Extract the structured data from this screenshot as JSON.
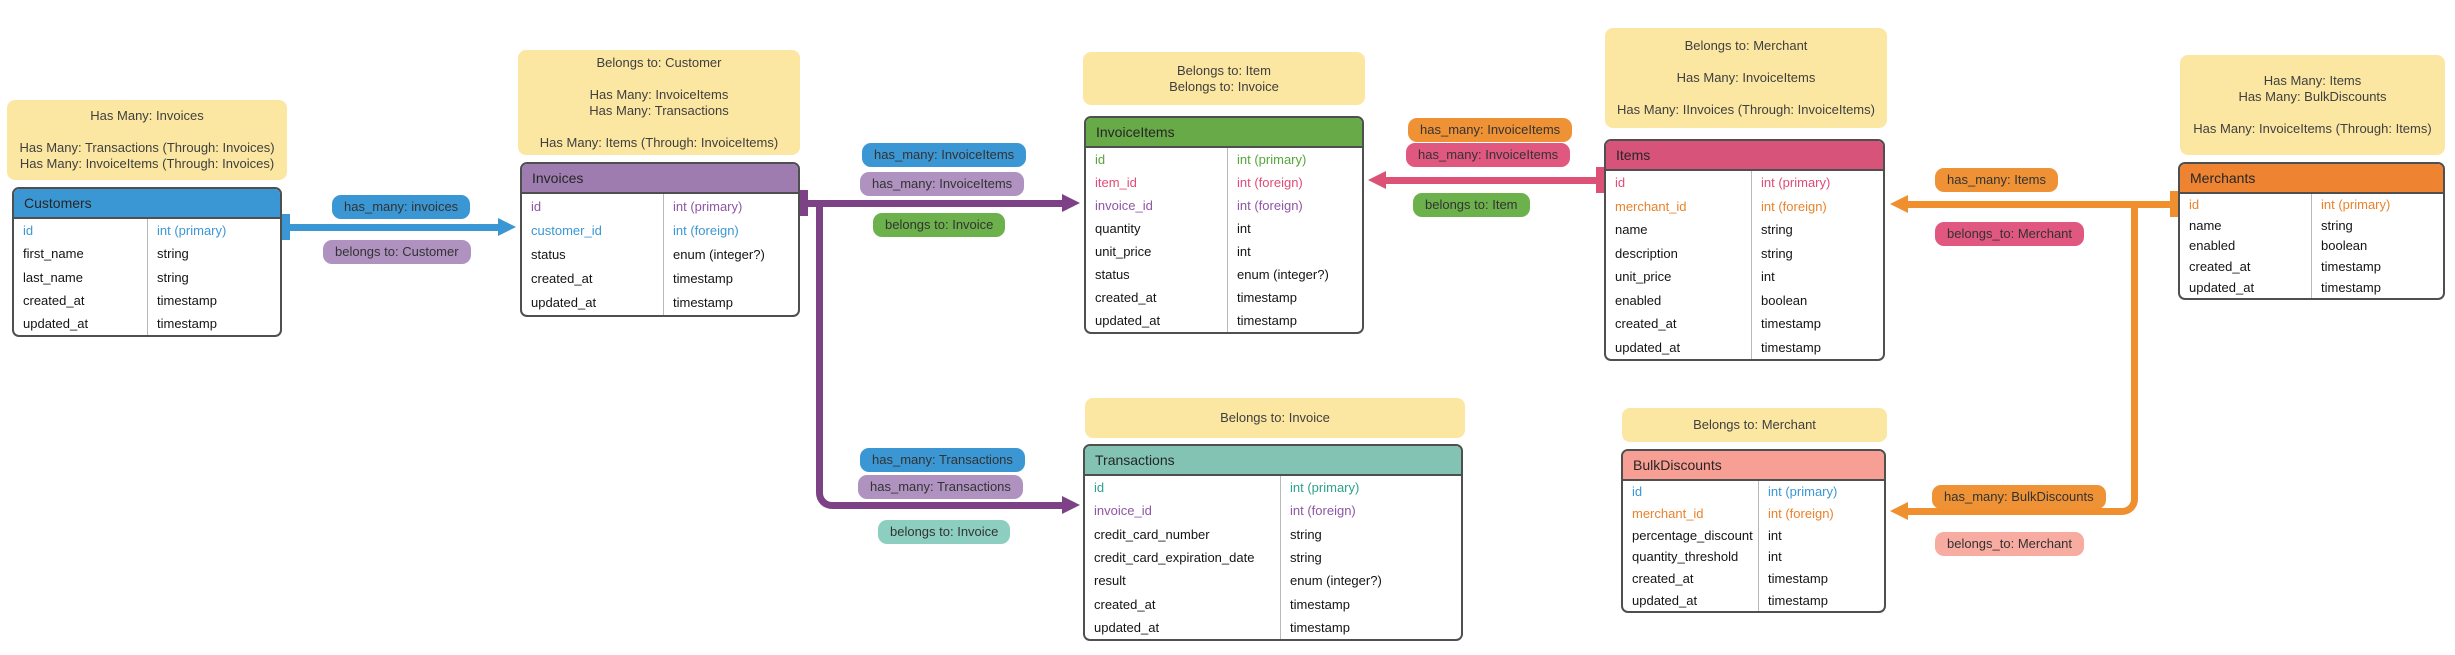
{
  "colors": {
    "note_yellow": "#fbe7a2",
    "customers_blue": "#3b97d3",
    "invoices_purple_header": "#9e7cb0",
    "purple_pill": "#b092c0",
    "purple_connector": "#7d4285",
    "invoiceitems_green_header": "#68a948",
    "green_pill": "#6cb14c",
    "items_pink_header": "#d75379",
    "pink_pill": "#e05780",
    "pink_connector": "#db5276",
    "merchants_orange_header": "#ee8432",
    "orange_pill": "#ef9235",
    "orange_connector": "#ef8f2e",
    "transactions_teal_header": "#82c3b4",
    "teal_pill": "#8ccfc0",
    "bulkdiscounts_salmon_header": "#f79e95",
    "salmon_pill": "#f8aba1"
  },
  "tables": {
    "customers": {
      "title": "Customers",
      "note_lines": [
        "Has Many: Invoices",
        "",
        "Has Many: Transactions (Through: Invoices)",
        "Has Many: InvoiceItems (Through: Invoices)"
      ],
      "rows": [
        {
          "field": "id",
          "type": "int (primary)"
        },
        {
          "field": "first_name",
          "type": "string"
        },
        {
          "field": "last_name",
          "type": "string"
        },
        {
          "field": "created_at",
          "type": "timestamp"
        },
        {
          "field": "updated_at",
          "type": "timestamp"
        }
      ]
    },
    "invoices": {
      "title": "Invoices",
      "note_lines": [
        "Belongs to: Customer",
        "",
        "Has Many: InvoiceItems",
        "Has Many: Transactions",
        "",
        "Has Many: Items (Through: InvoiceItems)"
      ],
      "rows": [
        {
          "field": "id",
          "type": "int (primary)"
        },
        {
          "field": "customer_id",
          "type": "int (foreign)"
        },
        {
          "field": "status",
          "type": "enum (integer?)"
        },
        {
          "field": "created_at",
          "type": "timestamp"
        },
        {
          "field": "updated_at",
          "type": "timestamp"
        }
      ]
    },
    "invoice_items": {
      "title": "InvoiceItems",
      "note_lines": [
        "Belongs to: Item",
        "Belongs to: Invoice"
      ],
      "rows": [
        {
          "field": "id",
          "type": "int (primary)"
        },
        {
          "field": "item_id",
          "type": "int (foreign)"
        },
        {
          "field": "invoice_id",
          "type": "int (foreign)"
        },
        {
          "field": "quantity",
          "type": "int"
        },
        {
          "field": "unit_price",
          "type": "int"
        },
        {
          "field": "status",
          "type": "enum (integer?)"
        },
        {
          "field": "created_at",
          "type": "timestamp"
        },
        {
          "field": "updated_at",
          "type": "timestamp"
        }
      ]
    },
    "items": {
      "title": "Items",
      "note_lines": [
        "Belongs to: Merchant",
        "",
        "Has Many: InvoiceItems",
        "",
        "Has Many: IInvoices (Through: InvoiceItems)"
      ],
      "rows": [
        {
          "field": "id",
          "type": "int (primary)"
        },
        {
          "field": "merchant_id",
          "type": "int (foreign)"
        },
        {
          "field": "name",
          "type": "string"
        },
        {
          "field": "description",
          "type": "string"
        },
        {
          "field": "unit_price",
          "type": "int"
        },
        {
          "field": "enabled",
          "type": "boolean"
        },
        {
          "field": "created_at",
          "type": "timestamp"
        },
        {
          "field": "updated_at",
          "type": "timestamp"
        }
      ]
    },
    "merchants": {
      "title": "Merchants",
      "note_lines": [
        "Has Many: Items",
        "Has Many: BulkDiscounts",
        "",
        "Has Many: InvoiceItems (Through: Items)"
      ],
      "rows": [
        {
          "field": "id",
          "type": "int (primary)"
        },
        {
          "field": "name",
          "type": "string"
        },
        {
          "field": "enabled",
          "type": "boolean"
        },
        {
          "field": "created_at",
          "type": "timestamp"
        },
        {
          "field": "updated_at",
          "type": "timestamp"
        }
      ]
    },
    "transactions": {
      "title": "Transactions",
      "note_lines": [
        "Belongs to: Invoice"
      ],
      "rows": [
        {
          "field": "id",
          "type": "int (primary)"
        },
        {
          "field": "invoice_id",
          "type": "int (foreign)"
        },
        {
          "field": "credit_card_number",
          "type": "string"
        },
        {
          "field": "credit_card_expiration_date",
          "type": "string"
        },
        {
          "field": "result",
          "type": "enum (integer?)"
        },
        {
          "field": "created_at",
          "type": "timestamp"
        },
        {
          "field": "updated_at",
          "type": "timestamp"
        }
      ]
    },
    "bulk_discounts": {
      "title": "BulkDiscounts",
      "note_lines": [
        "Belongs to: Merchant"
      ],
      "rows": [
        {
          "field": "id",
          "type": "int (primary)"
        },
        {
          "field": "merchant_id",
          "type": "int (foreign)"
        },
        {
          "field": "percentage_discount",
          "type": "int"
        },
        {
          "field": "quantity_threshold",
          "type": "int"
        },
        {
          "field": "created_at",
          "type": "timestamp"
        },
        {
          "field": "updated_at",
          "type": "timestamp"
        }
      ]
    }
  },
  "labels": {
    "customers_invoices_has_many": "has_many: invoices",
    "customers_invoices_belongs_to": "belongs to: Customer",
    "invoices_invoiceitems_has_many_blue": "has_many: InvoiceItems",
    "invoices_invoiceitems_has_many_purple": "has_many: InvoiceItems",
    "invoices_invoiceitems_belongs_to": "belongs to: Invoice",
    "items_invoiceitems_has_many_orange": "has_many: InvoiceItems",
    "items_invoiceitems_has_many_pink": "has_many: InvoiceItems",
    "items_invoiceitems_belongs_to": "belongs to: Item",
    "merchants_items_has_many": "has_many: Items",
    "merchants_items_belongs_to": "belongs_to: Merchant",
    "invoices_transactions_has_many_blue": "has_many: Transactions",
    "invoices_transactions_has_many_purple": "has_many: Transactions",
    "invoices_transactions_belongs_to": "belongs to: Invoice",
    "merchants_bulkdiscounts_has_many": "has_many: BulkDiscounts",
    "merchants_bulkdiscounts_belongs_to": "belongs_to: Merchant"
  }
}
